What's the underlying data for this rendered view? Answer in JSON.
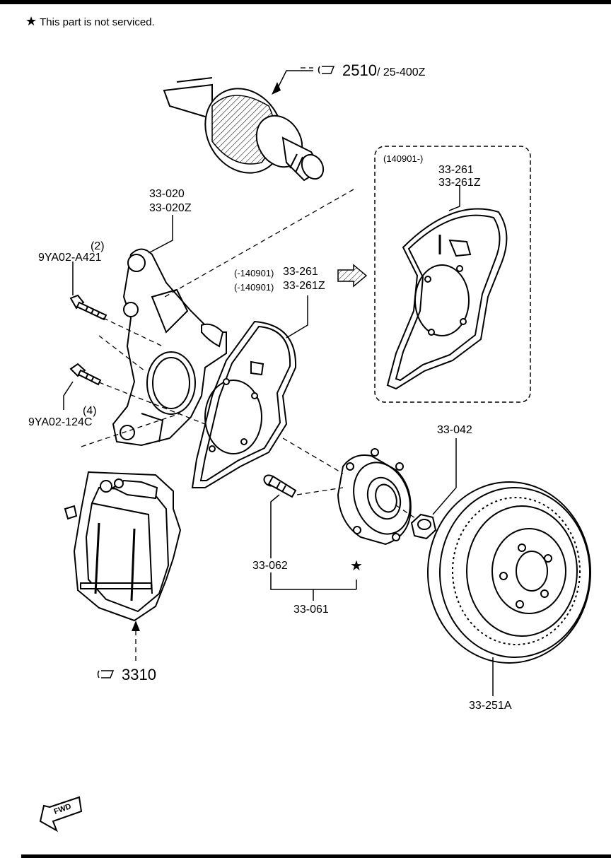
{
  "note": {
    "star": "★",
    "text": "This part is not serviced."
  },
  "refs": {
    "driveshaft": {
      "main": "2510",
      "sub": "/ 25-400Z"
    },
    "caliper": {
      "main": "3310"
    }
  },
  "labels": {
    "knuckle_a": "33-020",
    "knuckle_b": "33-020Z",
    "bolt1_qty": "(2)",
    "bolt1_part": "9YA02-A421",
    "bolt2_qty": "(4)",
    "bolt2_part": "9YA02-124C",
    "shield_old_date_a": "(-140901)",
    "shield_old_a": "33-261",
    "shield_old_date_b": "(-140901)",
    "shield_old_b": "33-261Z",
    "shield_new_date": "(140901-)",
    "shield_new_a": "33-261",
    "shield_new_b": "33-261Z",
    "nut": "33-042",
    "hub_bolt": "33-062",
    "hub_star": "★",
    "hub_assy": "33-061",
    "rotor": "33-251A",
    "fwd": "FWD"
  }
}
